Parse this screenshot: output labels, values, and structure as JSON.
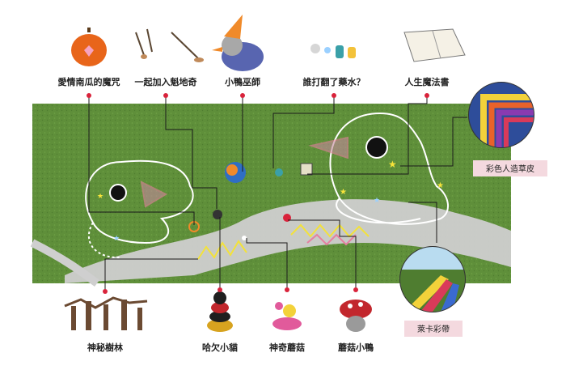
{
  "labels": {
    "pumpkin_spell": "愛情南瓜的魔咒",
    "adventure": "一起加入魁地奇",
    "duck_wizard": "小鴨巫師",
    "potion": "誰打翻了藥水？",
    "magic_book": "人生魔法書",
    "colorful_turf": "彩色人造草皮",
    "mystery_forest": "神秘樹林",
    "yawning_cat": "哈欠小貓",
    "magic_mushroom": "神奇蘑菇",
    "mushroom_duck": "蘑菇小鴨",
    "laika_ribbon": "萊卡彩帶"
  },
  "colors": {
    "grass": "#5f8f3a",
    "path": "#cfcfcf",
    "pointer": "#d9233b",
    "leader": "#1a1a1a",
    "tag_bg": "#f4d9df"
  }
}
